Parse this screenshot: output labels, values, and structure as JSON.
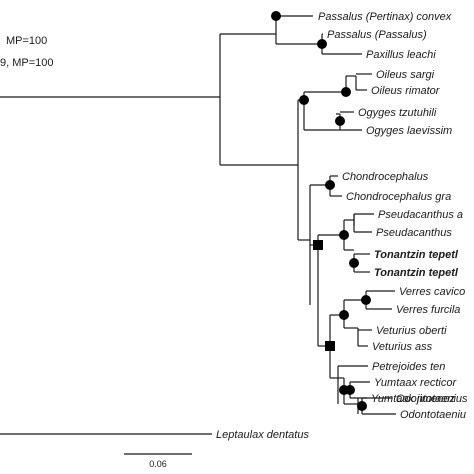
{
  "legend": {
    "line1": "MP=100",
    "line2": "9, MP=100"
  },
  "scale_bar": {
    "label": "0.06"
  },
  "taxa": [
    {
      "name": "Passalus (Pertinax) convex",
      "bold": false
    },
    {
      "name": "Passalus (Passalus)",
      "bold": false
    },
    {
      "name": "Paxillus leachi",
      "bold": false
    },
    {
      "name": "Oileus sargi",
      "bold": false
    },
    {
      "name": "Oileus rimator",
      "bold": false
    },
    {
      "name": "Ogyges tzutuhili",
      "bold": false
    },
    {
      "name": "Ogyges laevissim",
      "bold": false
    },
    {
      "name": "Chondrocephalus",
      "bold": false
    },
    {
      "name": "Chondrocephalus gra",
      "bold": false
    },
    {
      "name": "Pseudacanthus a",
      "bold": false
    },
    {
      "name": "Pseudacanthus",
      "bold": false
    },
    {
      "name": "Tonantzin tepetl",
      "bold": true
    },
    {
      "name": "Tonantzin tepetl",
      "bold": true
    },
    {
      "name": "Verres cavico",
      "bold": false
    },
    {
      "name": "Verres furcila",
      "bold": false
    },
    {
      "name": "Veturius oberti",
      "bold": false
    },
    {
      "name": "Veturius ass",
      "bold": false
    },
    {
      "name": "Petrejoides ten",
      "bold": false
    },
    {
      "name": "Yumtaax recticor",
      "bold": false
    },
    {
      "name": "Yumtaax jimenez",
      "bold": false
    },
    {
      "name": "Odontotaenius",
      "bold": false
    },
    {
      "name": "Odontotaeniu",
      "bold": false
    },
    {
      "name": "Leptaulax dentatus",
      "bold": false
    }
  ]
}
